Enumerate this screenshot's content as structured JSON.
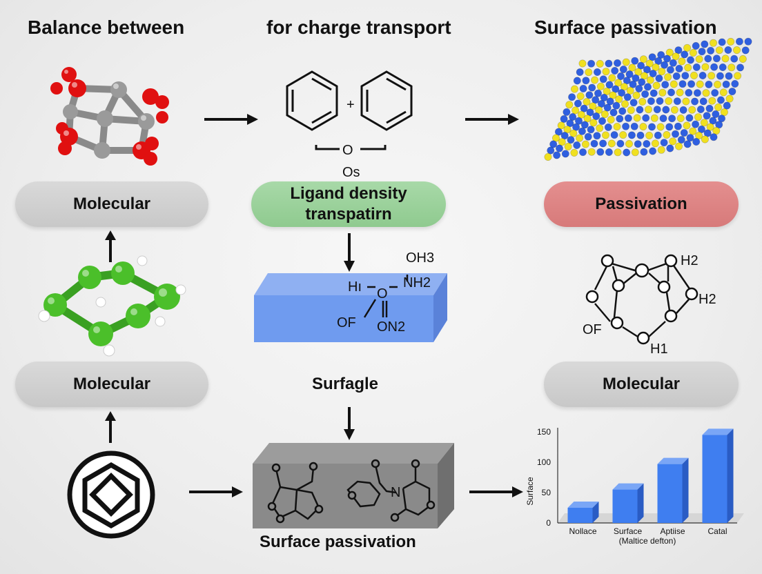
{
  "headings": {
    "left": "Balance between",
    "center": "for charge transport",
    "right": "Surface passivation"
  },
  "pills": {
    "left_top": "Molecular",
    "center_top_line1": "Ligand density",
    "center_top_line2": "transpatirn",
    "right_top": "Passivation",
    "left_bottom": "Molecular",
    "right_bottom": "Molecular"
  },
  "labels": {
    "surfagle": "Surfagle",
    "surface_passivation": "Surface passivation",
    "plus": "+",
    "os_label": "Os",
    "o_center": "O"
  },
  "blue_slab_text": {
    "h_left": "Hı",
    "o_center": "O",
    "n_h2": "NH2",
    "o_h3": "OH3",
    "of": "OF",
    "on2": "ON2"
  },
  "ring_text": {
    "h2_top": "H2",
    "h2_right": "H2",
    "of": "OF",
    "h1": "H1"
  },
  "chart_data": {
    "type": "bar",
    "categories": [
      "Nollace",
      "Surface",
      "Aptiise",
      "Catal"
    ],
    "xlabel_sub": "(Maltice defton)",
    "values": [
      25,
      55,
      97,
      145
    ],
    "ylabel": "Surface",
    "yticks": [
      0,
      50,
      100,
      150
    ],
    "ylim": [
      0,
      150
    ],
    "bar_color": "#3f7ef0",
    "grid": false
  },
  "colors": {
    "oxygen": "#e01010",
    "carbon_gray": "#9a9a9a",
    "green_atom": "#4bbf2a",
    "blue_atom": "#2f5fe0",
    "yellow_atom": "#f0e020",
    "slab_blue": "#6f9bef"
  }
}
